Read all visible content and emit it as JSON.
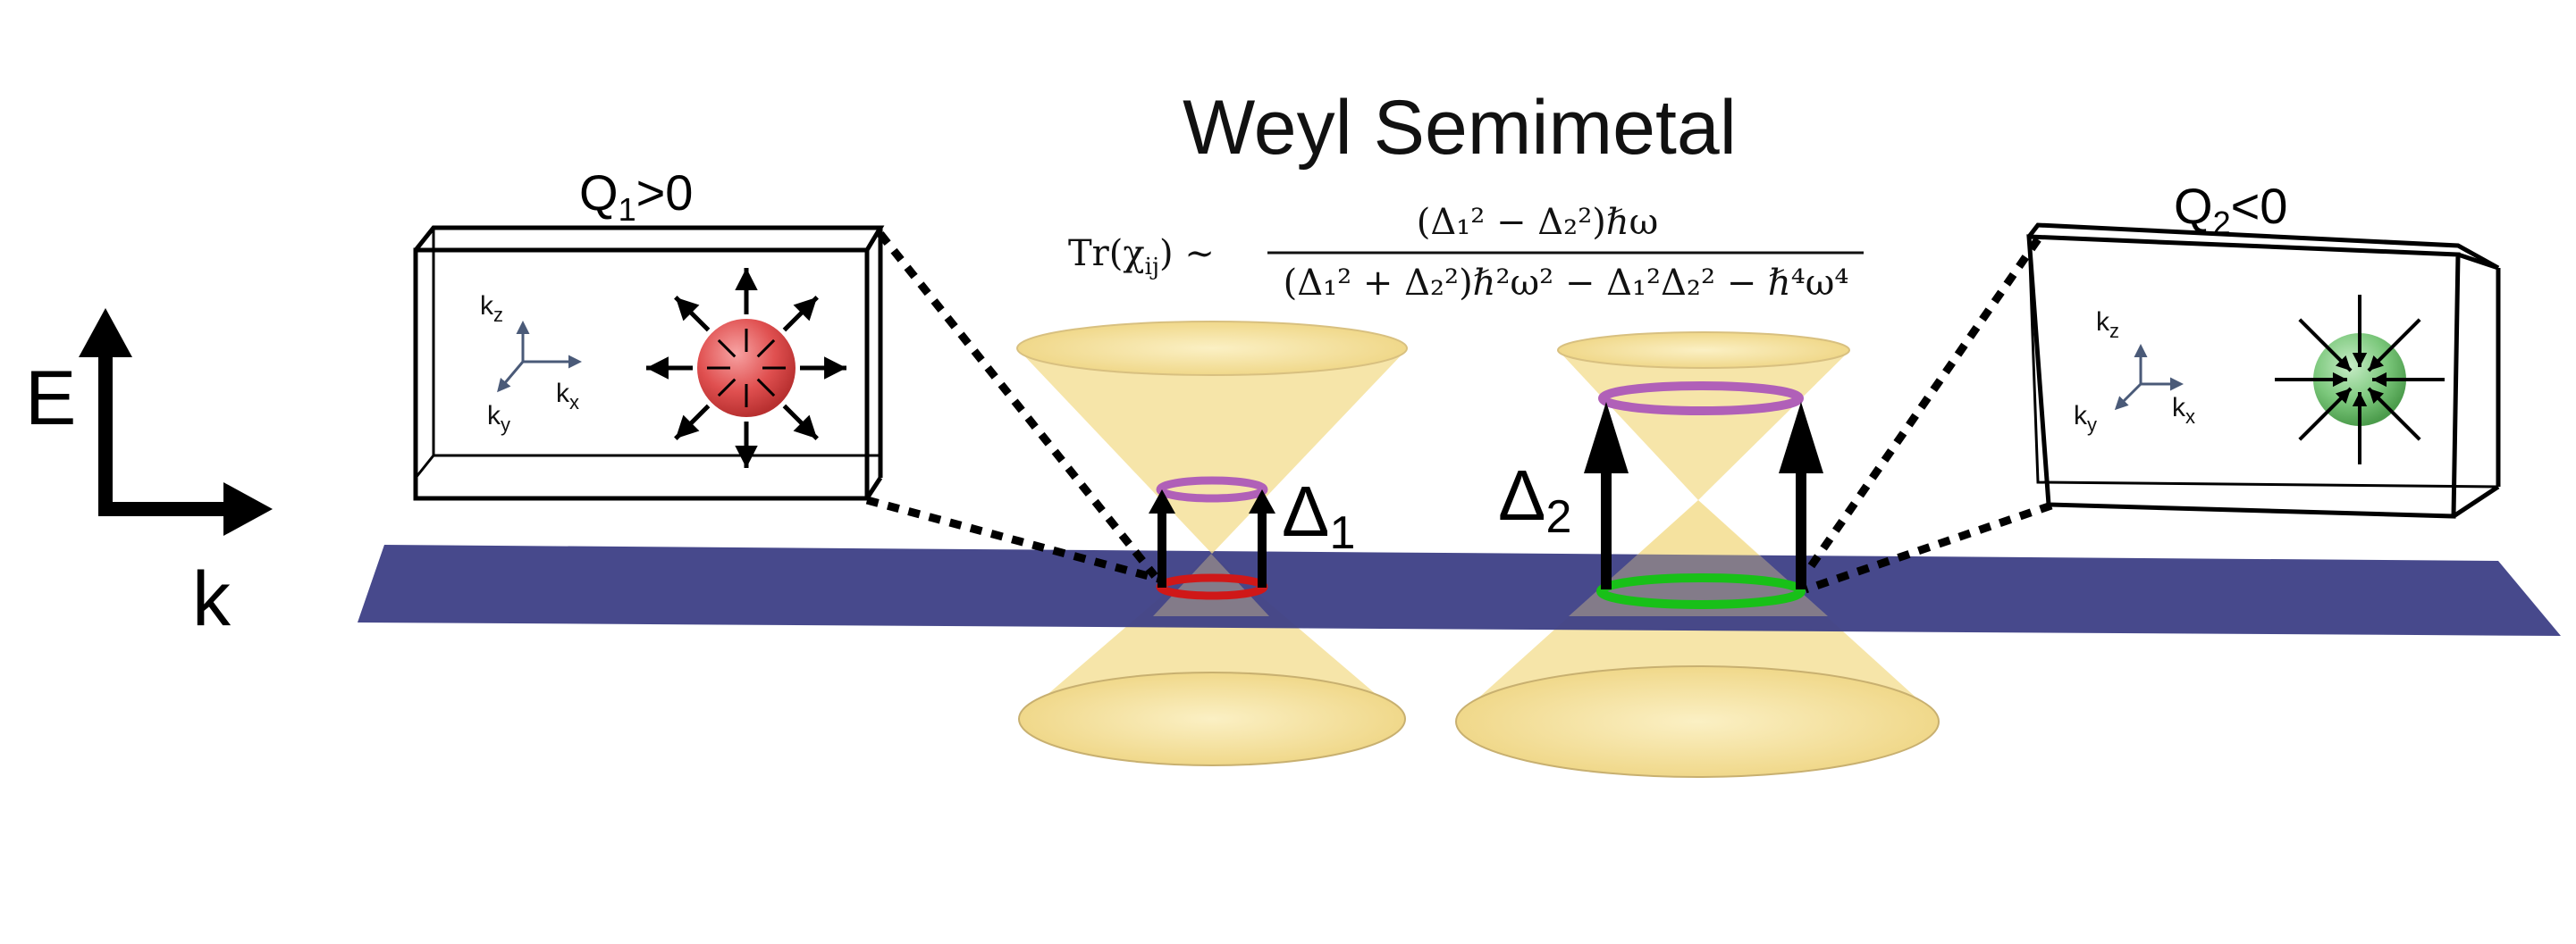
{
  "title": "Weyl Semimetal",
  "axes": {
    "energy": "E",
    "momentum": "k"
  },
  "formula": {
    "lhs": "Tr(χ",
    "lhs_sub": "ij",
    "lhs_close": ") ∼",
    "numerator": "(Δ₁² − Δ₂²)ℏω",
    "denominator": "(Δ₁² + Δ₂²)ℏ²ω² − Δ₁²Δ₂² − ℏ⁴ω⁴"
  },
  "left_box": {
    "charge": {
      "letter": "Q",
      "sub": "1",
      "rest": ">0"
    },
    "axes": {
      "kz": "k",
      "kz_sub": "z",
      "ky": "k",
      "ky_sub": "y",
      "kx": "k",
      "kx_sub": "x"
    }
  },
  "right_box": {
    "charge": {
      "letter": "Q",
      "sub": "2",
      "rest": "<0"
    },
    "axes": {
      "kz": "k",
      "kz_sub": "z",
      "ky": "k",
      "ky_sub": "y",
      "kx": "k",
      "kx_sub": "x"
    }
  },
  "gaps": {
    "left": {
      "symbol": "Δ",
      "sub": "1"
    },
    "right": {
      "symbol": "Δ",
      "sub": "2"
    }
  },
  "colors": {
    "plane": "#3d3f86",
    "cone": "#f3dc8c",
    "ring_upper": "#b060b8",
    "ring_left_lower": "#d01818",
    "ring_right_lower": "#18c018",
    "source_sphere": "#e05050",
    "sink_sphere": "#70c070",
    "ink": "#000000",
    "axis_triad": "#4a5a78"
  }
}
